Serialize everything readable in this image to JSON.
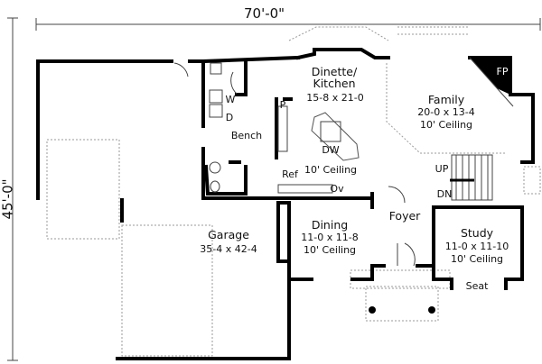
{
  "dimensions": {
    "width": "70'-0\"",
    "depth": "45'-0\""
  },
  "rooms": {
    "dinette": {
      "name": "Dinette/",
      "name2": "Kitchen",
      "size": "15-8 x 21-0",
      "ceiling": "10' Ceiling"
    },
    "family": {
      "name": "Family",
      "size": "20-0 x 13-4",
      "ceiling": "10' Ceiling"
    },
    "garage": {
      "name": "Garage",
      "size": "35-4 x 42-4"
    },
    "dining": {
      "name": "Dining",
      "size": "11-0 x 11-8",
      "ceiling": "10' Ceiling"
    },
    "foyer": {
      "name": "Foyer"
    },
    "study": {
      "name": "Study",
      "size": "11-0 x 11-10",
      "ceiling": "10' Ceiling"
    }
  },
  "fixtures": {
    "fireplace": "FP",
    "washer": "W",
    "dryer": "D",
    "bench": "Bench",
    "pantry": "P",
    "dishwasher": "DW",
    "refrigerator": "Ref",
    "oven": "Ov",
    "stairs_up": "UP",
    "stairs_down": "DN",
    "seat": "Seat"
  }
}
